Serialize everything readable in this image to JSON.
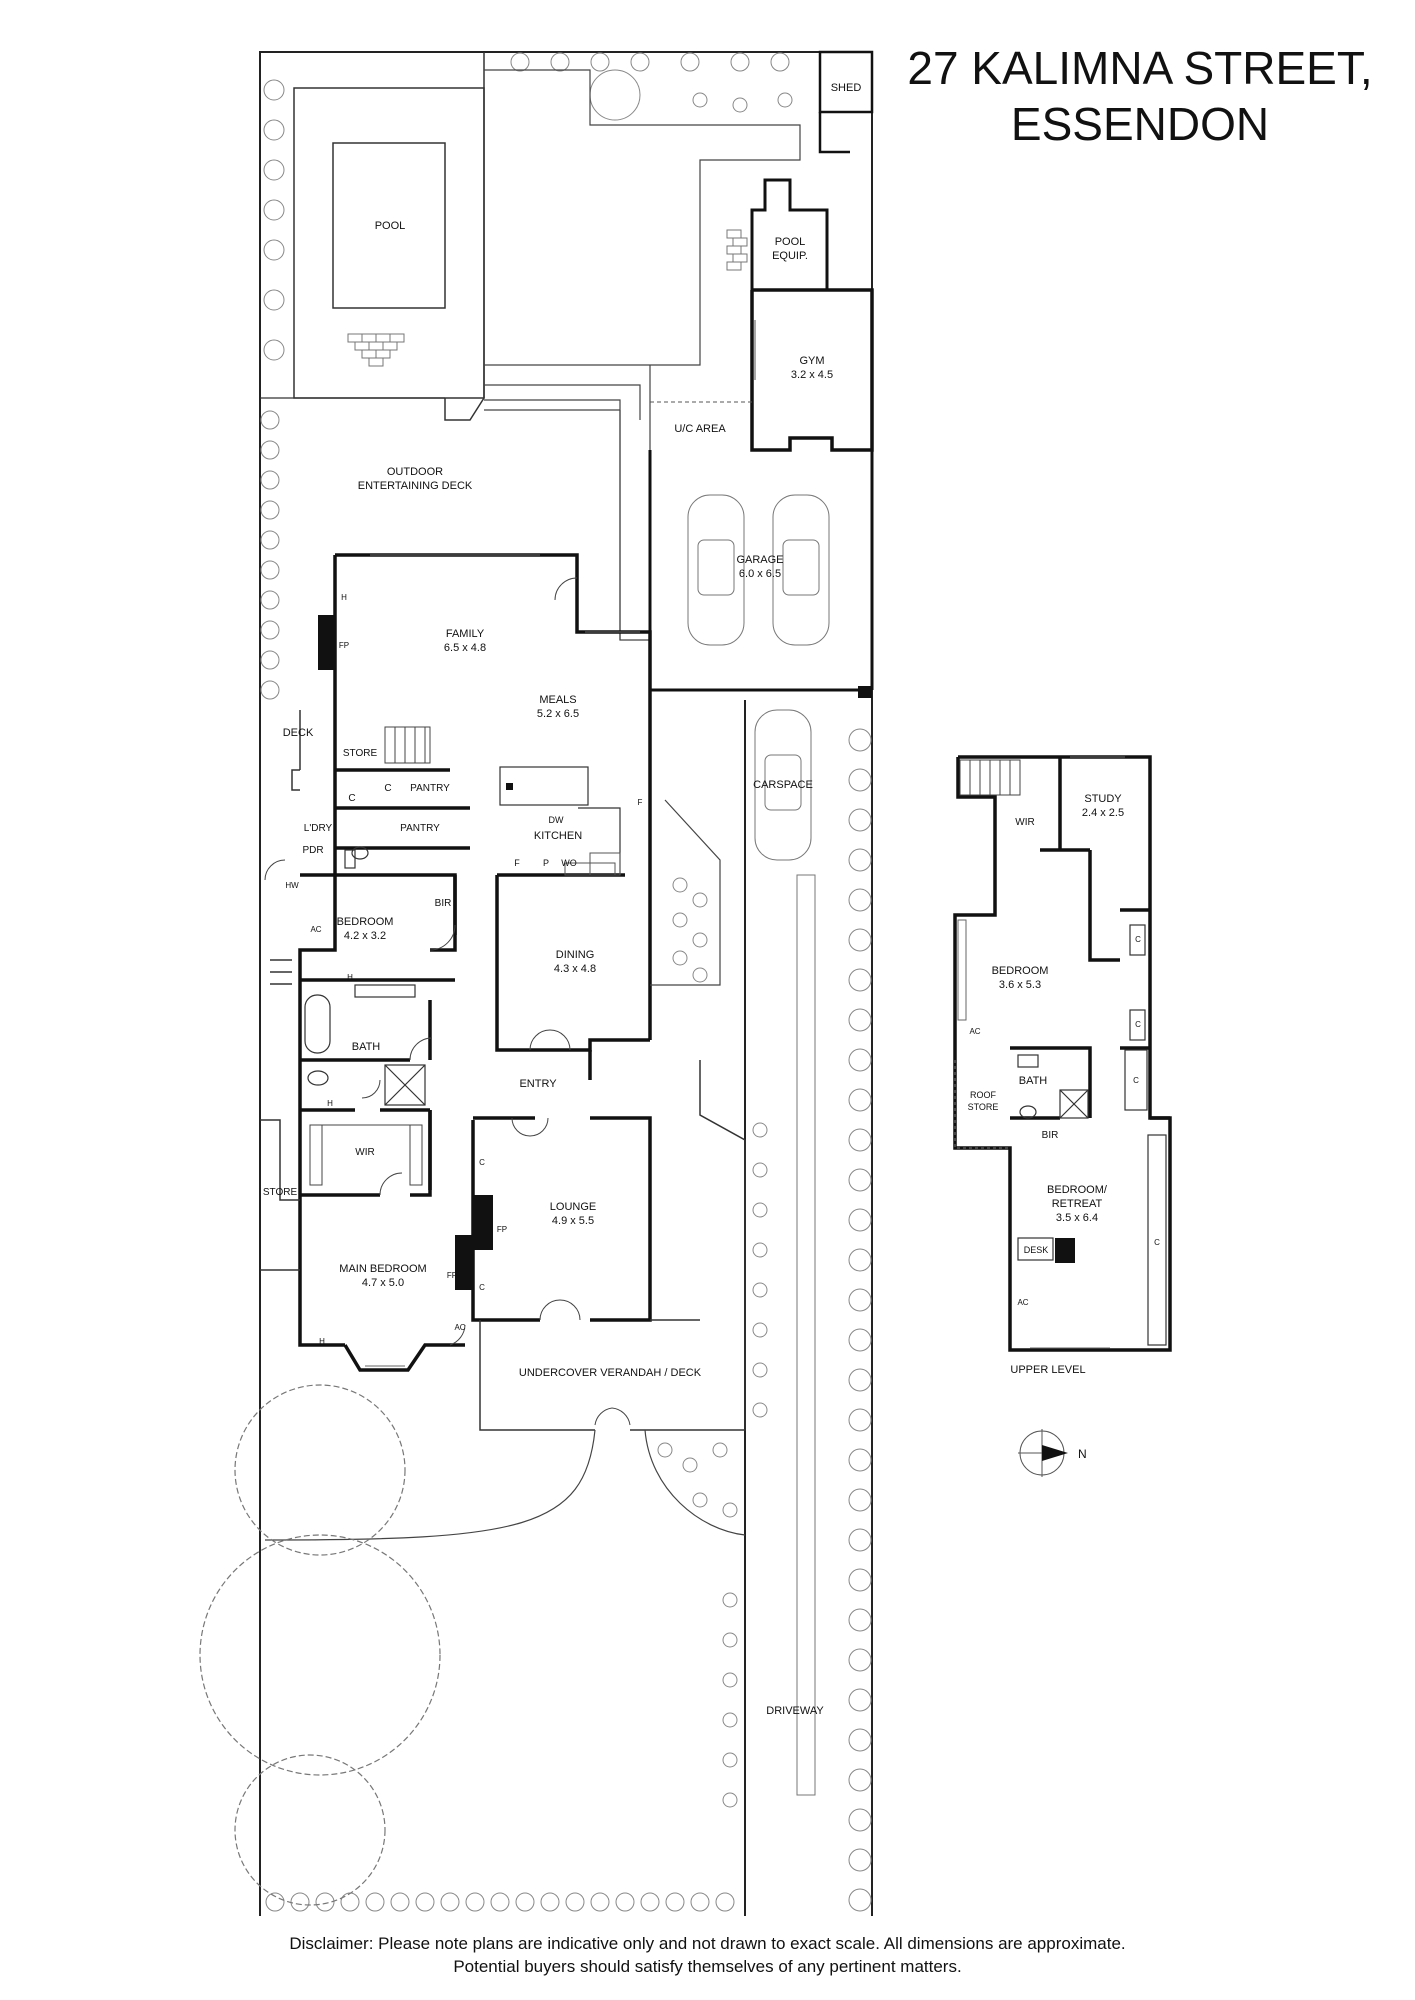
{
  "title": {
    "line1": "27 KALIMNA STREET,",
    "line2": "ESSENDON"
  },
  "disclaimer": {
    "line1": "Disclaimer: Please note plans are indicative only and not drawn to exact scale. All dimensions are approximate.",
    "line2": "Potential buyers should satisfy themselves of any pertinent matters."
  },
  "labels": {
    "shed": "SHED",
    "pool": "POOL",
    "pool_equip_1": "POOL",
    "pool_equip_2": "EQUIP.",
    "gym": "GYM",
    "gym_dim": "3.2 x 4.5",
    "uc_area": "U/C AREA",
    "outdoor_1": "OUTDOOR",
    "outdoor_2": "ENTERTAINING DECK",
    "garage": "GARAGE",
    "garage_dim": "6.0 x 6.5",
    "family": "FAMILY",
    "family_dim": "6.5 x 4.8",
    "meals": "MEALS",
    "meals_dim": "5.2 x 6.5",
    "deck": "DECK",
    "store": "STORE",
    "carspace": "CARSPACE",
    "pantry_1": "PANTRY",
    "pantry_2": "PANTRY",
    "c": "C",
    "ldry": "L'DRY",
    "pdr": "PDR",
    "dw": "DW",
    "kitchen": "KITCHEN",
    "f": "F",
    "p": "P",
    "wo": "WO",
    "bedroom": "BEDROOM",
    "bedroom_dim": "4.2 x 3.2",
    "bir": "BIR",
    "ac": "AC",
    "hw": "HW",
    "h": "H",
    "fp": "FP",
    "dining": "DINING",
    "dining_dim": "4.3 x 4.8",
    "bath": "BATH",
    "entry": "ENTRY",
    "wir": "WIR",
    "lounge": "LOUNGE",
    "lounge_dim": "4.9 x 5.5",
    "store_side": "STORE",
    "main_bedroom": "MAIN BEDROOM",
    "main_bedroom_dim": "4.7 x 5.0",
    "verandah": "UNDERCOVER VERANDAH / DECK",
    "driveway": "DRIVEWAY",
    "up_study": "STUDY",
    "up_study_dim": "2.4 x 2.5",
    "up_wir": "WIR",
    "up_bedroom": "BEDROOM",
    "up_bedroom_dim": "3.6 x 5.3",
    "up_ac": "AC",
    "up_roof_1": "ROOF",
    "up_roof_2": "STORE",
    "up_bath": "BATH",
    "up_bir": "BIR",
    "up_retreat_1": "BEDROOM/",
    "up_retreat_2": "RETREAT",
    "up_retreat_dim": "3.5 x 6.4",
    "up_desk": "DESK",
    "up_c": "C",
    "upper_level": "UPPER LEVEL",
    "north": "N"
  }
}
